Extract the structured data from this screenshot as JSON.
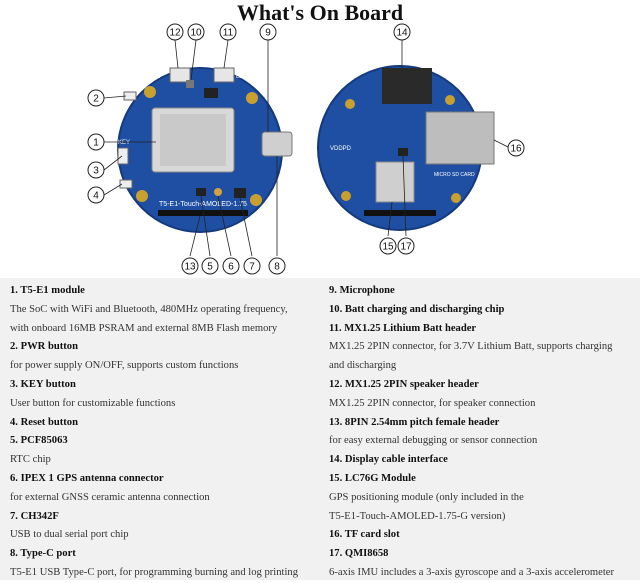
{
  "title": "What's On Board",
  "board_labels": {
    "model": "T5-E1-Touch-AMOLED-1.75",
    "spk": "SPK",
    "bat": "BAT",
    "key": "KEY",
    "vddpd": "VDDPD",
    "tf_card": "MICRO SD CARD"
  },
  "callouts_front": [
    "1",
    "2",
    "3",
    "4",
    "5",
    "6",
    "7",
    "8",
    "9",
    "10",
    "11",
    "12",
    "13"
  ],
  "callouts_back": [
    "14",
    "15",
    "16",
    "17"
  ],
  "legend": {
    "left": [
      {
        "heading": "1. T5-E1 module",
        "desc": [
          "The SoC with WiFi and Bluetooth, 480MHz operating frequency,",
          "with onboard 16MB PSRAM and external 8MB Flash memory"
        ]
      },
      {
        "heading": "2. PWR button",
        "desc": [
          "for power supply ON/OFF, supports custom functions"
        ]
      },
      {
        "heading": "3. KEY button",
        "desc": [
          "User button for customizable functions"
        ]
      },
      {
        "heading": "4. Reset button",
        "desc": []
      },
      {
        "heading": "5. PCF85063",
        "desc": [
          "RTC chip"
        ]
      },
      {
        "heading": "6. IPEX 1 GPS antenna connector",
        "desc": [
          "for external GNSS ceramic antenna connection"
        ]
      },
      {
        "heading": "7. CH342F",
        "desc": [
          "USB to dual serial port chip"
        ]
      },
      {
        "heading": "8. Type-C port",
        "desc": [
          "T5-E1 USB Type-C port, for programming burning and log printing"
        ]
      }
    ],
    "right": [
      {
        "heading": "9.   Microphone",
        "desc": []
      },
      {
        "heading": "10. Batt charging and discharging chip",
        "desc": []
      },
      {
        "heading": "11. MX1.25 Lithium Batt header",
        "desc": [
          "MX1.25 2PIN connector, for 3.7V Lithium Batt, supports charging",
          "and discharging"
        ]
      },
      {
        "heading": "12. MX1.25 2PIN speaker header",
        "desc": [
          "MX1.25 2PIN connector, for speaker connection"
        ]
      },
      {
        "heading": "13. 8PIN 2.54mm pitch female header",
        "desc": [
          "for easy external debugging or sensor connection"
        ]
      },
      {
        "heading": "14. Display cable interface",
        "desc": []
      },
      {
        "heading": "15. LC76G Module",
        "desc": [
          "GPS positioning module (only included in the",
          "T5-E1-Touch-AMOLED-1.75-G version)"
        ]
      },
      {
        "heading": "16. TF card slot",
        "desc": []
      },
      {
        "heading": "17. QMI8658",
        "desc": [
          "6-axis IMU includes a 3-axis gyroscope and a 3-axis accelerometer"
        ]
      }
    ]
  },
  "colors": {
    "pcb": "#1f4fa3",
    "pcb_dark": "#143a7d",
    "legend_bg": "#f1f1f1",
    "gold": "#c8a030"
  }
}
